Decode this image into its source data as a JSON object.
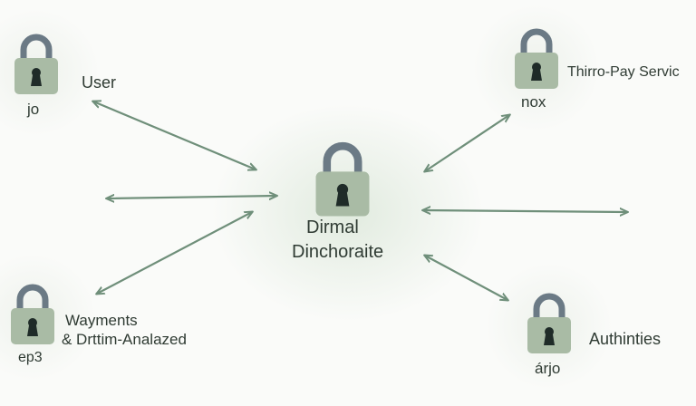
{
  "nodes": {
    "center": {
      "line1": "Dirmal",
      "line2": "Dinchoraite"
    },
    "top_left": {
      "label": "User",
      "sublabel": "jo"
    },
    "top_right": {
      "label": "Thirro-Pay Servic",
      "sublabel": "nox"
    },
    "bottom_left": {
      "label_line1": "Wayments",
      "label_line2": "& Drttim-Analazed",
      "sublabel": "ep3"
    },
    "bottom_right": {
      "label": "Authinties",
      "sublabel": "árjo"
    }
  },
  "colors": {
    "lock_body": "#a9bba5",
    "lock_shackle": "#6b7a85",
    "keyhole": "#1f2b28",
    "arrow": "#6f8f7a",
    "text": "#2f3b33"
  },
  "icons": [
    "padlock-icon"
  ]
}
